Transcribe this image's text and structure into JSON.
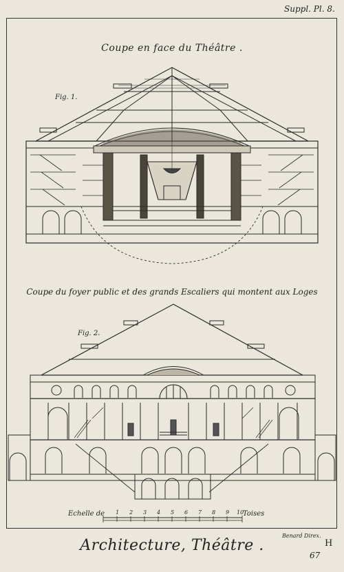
{
  "plate_ref": "Suppl. Pl. 8.",
  "figure1": {
    "title": "Coupe en face du Théâtre .",
    "label": "Fig. 1."
  },
  "figure2": {
    "title": "Coupe du foyer public et des grands Escaliers qui montent aux Loges",
    "label": "Fig. 2."
  },
  "scale": {
    "label": "Echelle de",
    "unit": "Toises",
    "numbers": [
      "1",
      "2",
      "3",
      "4",
      "5",
      "6",
      "7",
      "8",
      "9",
      "10"
    ]
  },
  "engraver": "Benard Direx.",
  "main_title": "Architecture, Théâtre .",
  "volume_letter": "H",
  "page_number": "67",
  "colors": {
    "paper": "#ebe7dc",
    "ink": "#222222"
  }
}
